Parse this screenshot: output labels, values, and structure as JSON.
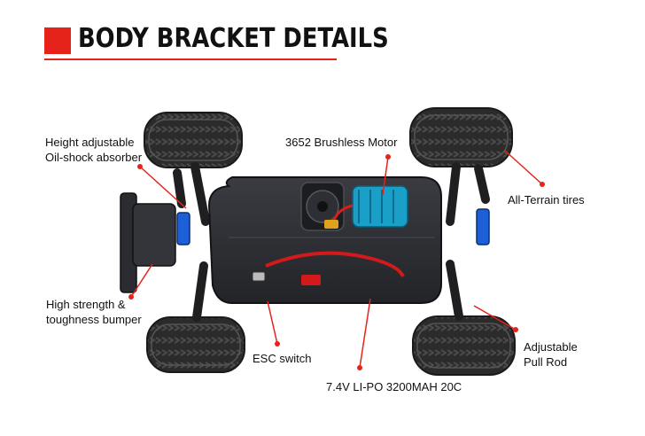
{
  "header": {
    "title": "BODY BRACKET DETAILS"
  },
  "colors": {
    "accent": "#e5231b",
    "chassis": "#2a2c31",
    "tire": "#2b2b2b",
    "metal_blue": "#1d5fd6",
    "motor_teal": "#1aa0c8"
  },
  "callouts": {
    "shock_line1": "Height adjustable",
    "shock_line2": "Oil-shock absorber",
    "motor": "3652 Brushless Motor",
    "tires": "All-Terrain tires",
    "bumper_line1": "High strength &",
    "bumper_line2": "toughness bumper",
    "pullrod_line1": "Adjustable",
    "pullrod_line2": "Pull Rod",
    "esc": "ESC switch",
    "battery": "7.4V LI-PO 3200MAH 20C"
  }
}
